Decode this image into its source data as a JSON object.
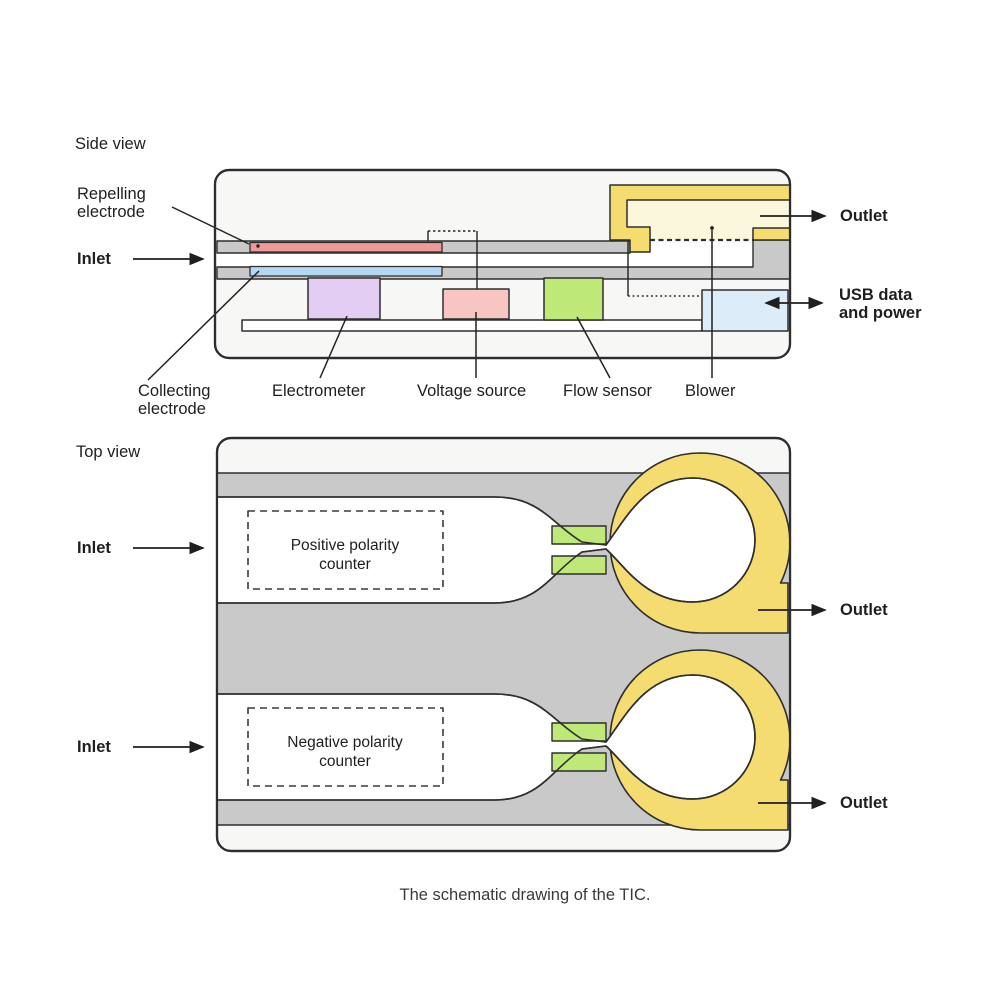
{
  "figure": {
    "caption": "The schematic drawing of the TIC.",
    "side_view": {
      "title": "Side view",
      "labels": {
        "repelling_electrode": "Repelling electrode",
        "inlet": "Inlet",
        "collecting_electrode": "Collecting electrode",
        "electrometer": "Electrometer",
        "voltage_source": "Voltage source",
        "flow_sensor": "Flow sensor",
        "blower": "Blower",
        "outlet": "Outlet",
        "usb": "USB data and power"
      }
    },
    "top_view": {
      "title": "Top view",
      "labels": {
        "inlet_1": "Inlet",
        "inlet_2": "Inlet",
        "positive_counter": "Positive polarity counter",
        "negative_counter": "Negative polarity counter",
        "outlet_1": "Outlet",
        "outlet_2": "Outlet"
      }
    },
    "colors": {
      "outline": "#2e2e2e",
      "device_fill": "#f7f7f5",
      "wall_gray": "#c9c9c9",
      "repelling_red": "#f0999b",
      "collecting_blue": "#b5d7ef",
      "electrometer_purple": "#e3cdf2",
      "voltage_pink": "#f7c6c2",
      "sensor_green": "#bee878",
      "blower_yellow": "#f5dc70",
      "blower_cream": "#fbf7dc",
      "usb_blue": "#dcecf8",
      "white": "#ffffff"
    }
  }
}
